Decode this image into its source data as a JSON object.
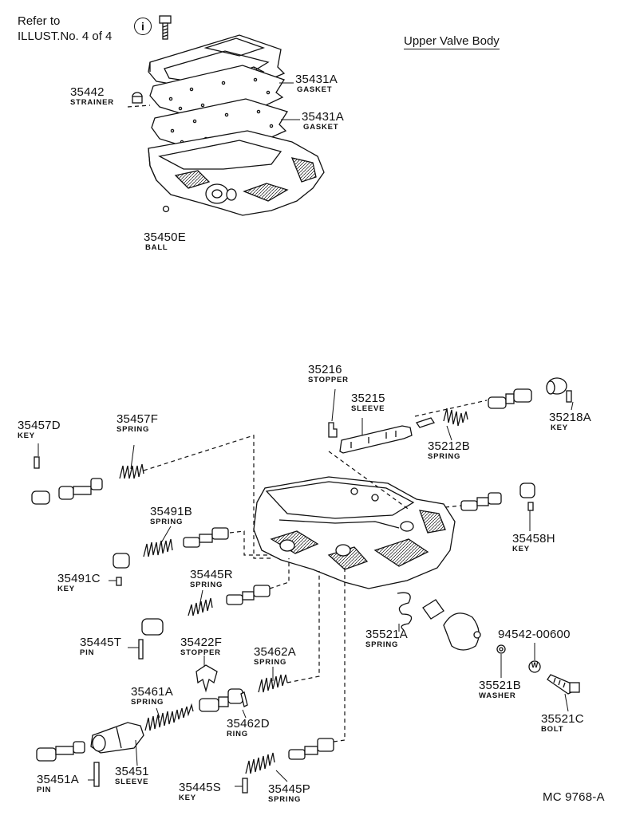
{
  "header": {
    "refer_line1": "Refer to",
    "refer_line2": "ILLUST.No. 4 of 4",
    "info_symbol": "i",
    "title": "Upper Valve Body"
  },
  "callouts": [
    {
      "id": "35431A-1",
      "number": "35431A",
      "name": "GASKET"
    },
    {
      "id": "35442",
      "number": "35442",
      "name": "STRAINER"
    },
    {
      "id": "35431A-2",
      "number": "35431A",
      "name": "GASKET"
    },
    {
      "id": "35450E",
      "number": "35450E",
      "name": "BALL"
    },
    {
      "id": "35216",
      "number": "35216",
      "name": "STOPPER"
    },
    {
      "id": "35215",
      "number": "35215",
      "name": "SLEEVE"
    },
    {
      "id": "35218A",
      "number": "35218A",
      "name": "KEY"
    },
    {
      "id": "35212B",
      "number": "35212B",
      "name": "SPRING"
    },
    {
      "id": "35457D",
      "number": "35457D",
      "name": "KEY"
    },
    {
      "id": "35457F",
      "number": "35457F",
      "name": "SPRING"
    },
    {
      "id": "35491B",
      "number": "35491B",
      "name": "SPRING"
    },
    {
      "id": "35458H",
      "number": "35458H",
      "name": "KEY"
    },
    {
      "id": "35491C",
      "number": "35491C",
      "name": "KEY"
    },
    {
      "id": "35445R",
      "number": "35445R",
      "name": "SPRING"
    },
    {
      "id": "35521A",
      "number": "35521A",
      "name": "SPRING"
    },
    {
      "id": "94542-00600",
      "number": "94542-00600",
      "name": ""
    },
    {
      "id": "35445T",
      "number": "35445T",
      "name": "PIN"
    },
    {
      "id": "35422F",
      "number": "35422F",
      "name": "STOPPER"
    },
    {
      "id": "35462A",
      "number": "35462A",
      "name": "SPRING"
    },
    {
      "id": "35521B",
      "number": "35521B",
      "name": "WASHER"
    },
    {
      "id": "35461A",
      "number": "35461A",
      "name": "SPRING"
    },
    {
      "id": "35521C",
      "number": "35521C",
      "name": "BOLT"
    },
    {
      "id": "35462D",
      "number": "35462D",
      "name": "RING"
    },
    {
      "id": "35451A",
      "number": "35451A",
      "name": "PIN"
    },
    {
      "id": "35451",
      "number": "35451",
      "name": "SLEEVE"
    },
    {
      "id": "35445S",
      "number": "35445S",
      "name": "KEY"
    },
    {
      "id": "35445P",
      "number": "35445P",
      "name": "SPRING"
    }
  ],
  "washer_symbol": "W",
  "footer": {
    "code": "MC 9768-A"
  }
}
